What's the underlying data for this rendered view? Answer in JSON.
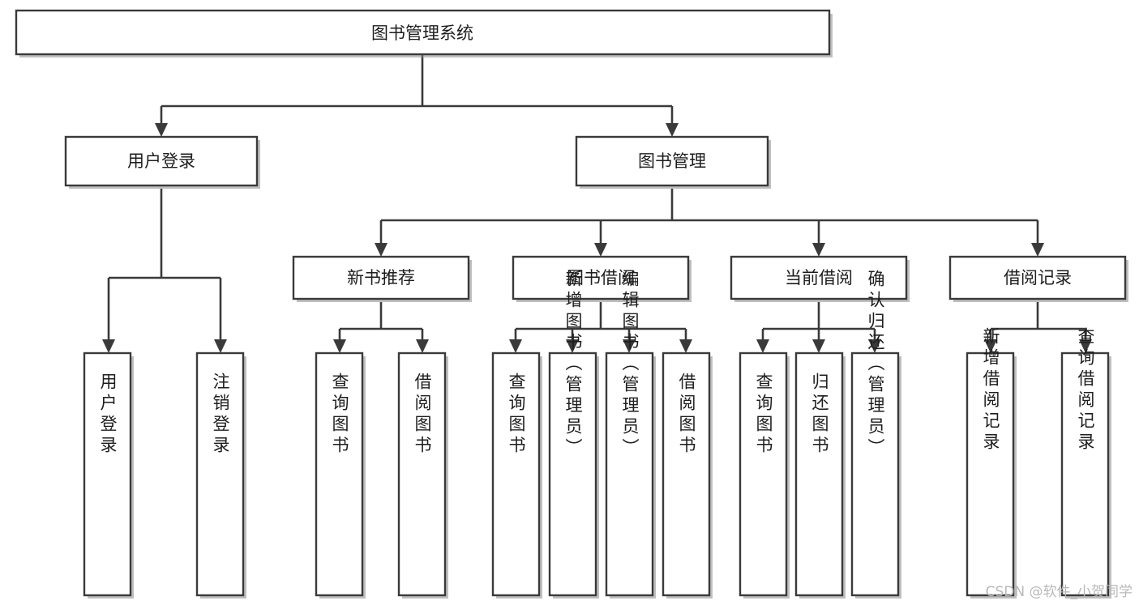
{
  "diagram": {
    "type": "tree",
    "title": "图书管理系统",
    "watermark": "CSDN @软件_小贺同学",
    "colors": {
      "stroke": "#3a3a3a",
      "fill": "#ffffff",
      "text": "#1d1d1d",
      "watermark": "#b8b8b8",
      "background": "#ffffff"
    },
    "root": {
      "label": "图书管理系统"
    },
    "level2": [
      {
        "label": "用户登录"
      },
      {
        "label": "图书管理"
      }
    ],
    "level3": [
      {
        "label": "新书推荐"
      },
      {
        "label": "图书借阅"
      },
      {
        "label": "当前借阅"
      },
      {
        "label": "借阅记录"
      }
    ],
    "leaves": {
      "user_login": [
        {
          "label": "用户登录"
        },
        {
          "label": "注销登录"
        }
      ],
      "new_book_recommend": [
        {
          "label": "查询图书"
        },
        {
          "label": "借阅图书"
        }
      ],
      "book_borrow": [
        {
          "label": "查询图书"
        },
        {
          "label": "新增图书（管理员）"
        },
        {
          "label": "编辑图书（管理员）"
        },
        {
          "label": "借阅图书"
        }
      ],
      "current_borrow": [
        {
          "label": "查询图书"
        },
        {
          "label": "归还图书"
        },
        {
          "label": "确认归还（管理员）"
        }
      ],
      "borrow_record": [
        {
          "label": "新增借阅记录"
        },
        {
          "label": "查询借阅记录"
        }
      ]
    }
  }
}
